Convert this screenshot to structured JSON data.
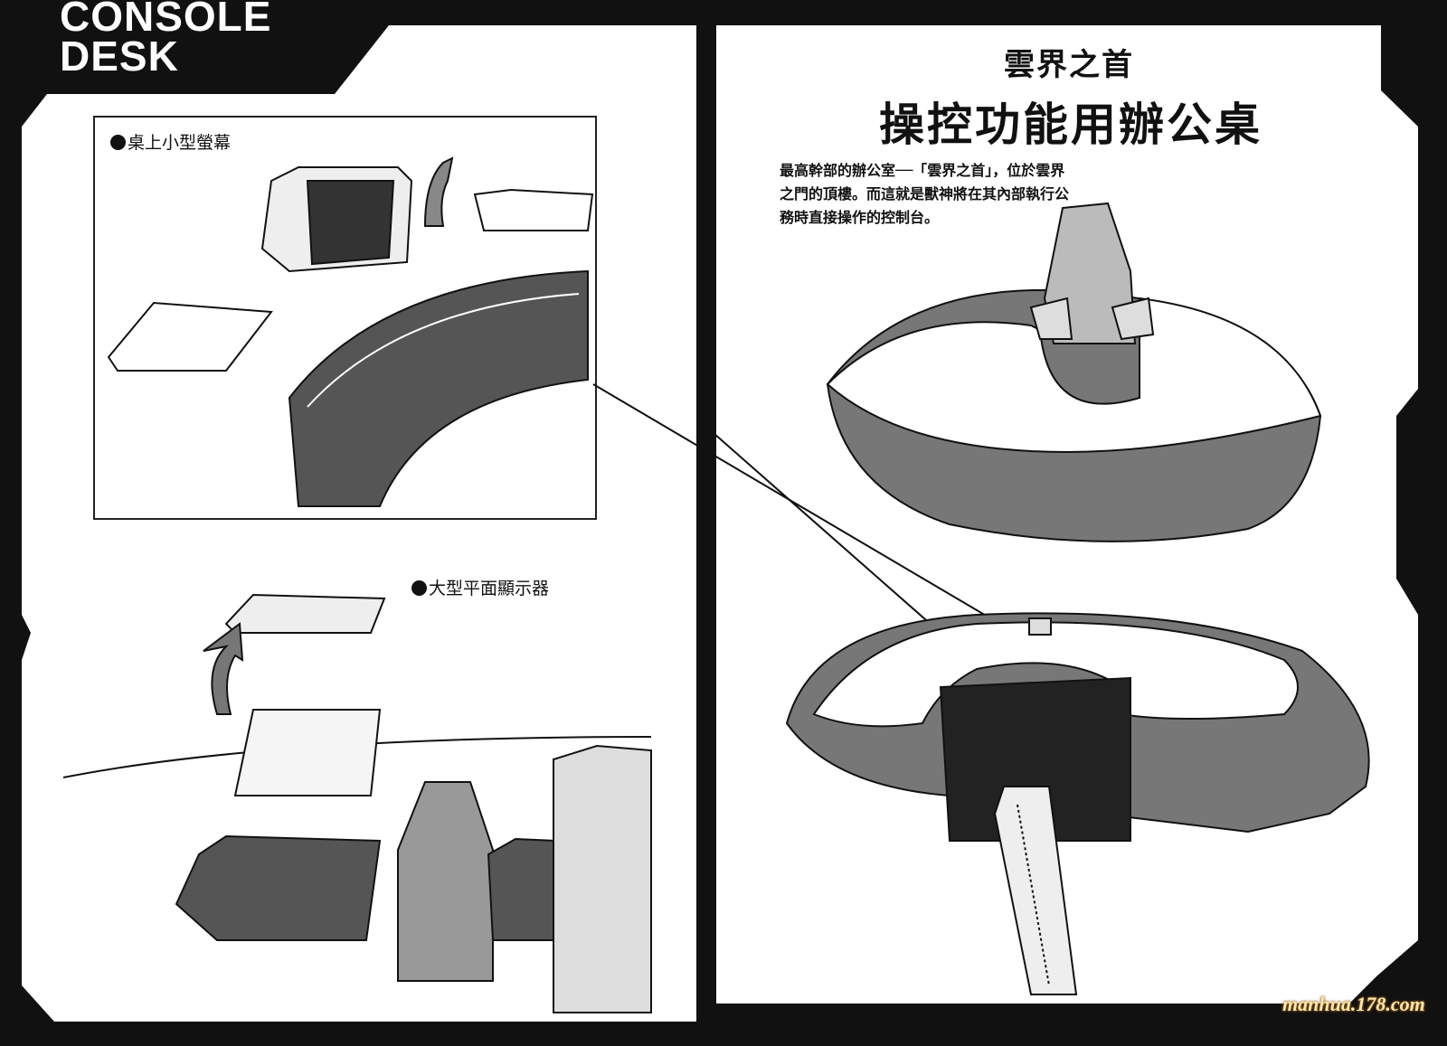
{
  "left_page": {
    "title_line1": "CONSOLE",
    "title_line2": "DESK",
    "label_small_monitor": "桌上小型螢幕",
    "label_large_display": "大型平面顯示器"
  },
  "right_page": {
    "subtitle": "雲界之首",
    "title": "操控功能用辦公桌",
    "description": "最高幹部的辦公室──「雲界之首」，位於雲界之門的頂樓。而這就是獸神將在其內部執行公務時直接操作的控制台。"
  },
  "watermark": "manhua.178.com"
}
